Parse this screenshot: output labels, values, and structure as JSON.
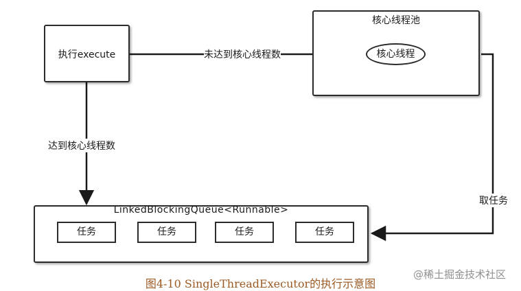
{
  "diagram": {
    "execute_box": {
      "label": "执行execute"
    },
    "pool_box": {
      "title": "核心线程池",
      "core_thread": "核心线程"
    },
    "queue_box": {
      "title": "LinkedBlockingQueue<Runnable>",
      "tasks": [
        "任务",
        "任务",
        "任务",
        "任务"
      ]
    },
    "edges": {
      "not_reached": "未达到核心线程数",
      "reached": "达到核心线程数",
      "take_task": "取任务"
    }
  },
  "caption": "图4-10 SingleThreadExecutor的执行示意图",
  "watermark": "@稀土掘金技术社区"
}
